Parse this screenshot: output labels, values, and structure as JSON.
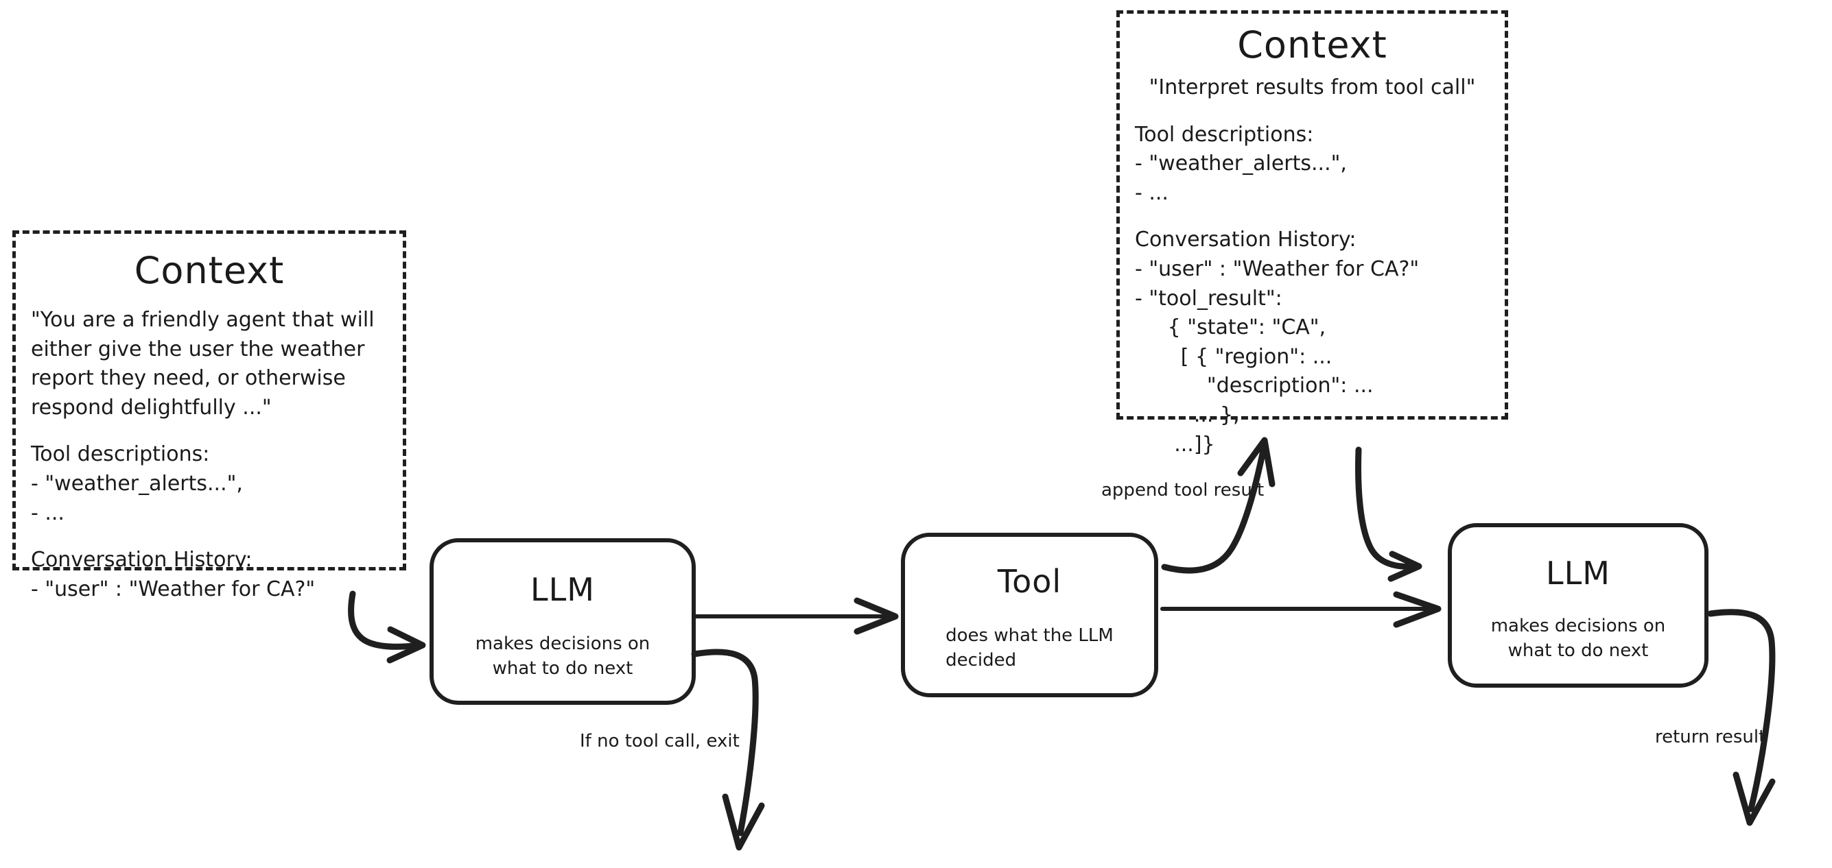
{
  "diagram": {
    "title": "Agent loop with LLM, Tool and Context",
    "accent_color": "#1f1f1f",
    "background_color": "#ffffff"
  },
  "context_left": {
    "title": "Context",
    "system_prompt": "\"You are a friendly agent that will\neither give the user the weather\nreport they need, or otherwise\nrespond delightfully ...\"",
    "tool_descriptions_header": "Tool descriptions:",
    "tool_descriptions_items": "- \"weather_alerts...\",\n- ...",
    "conversation_header": "Conversation History:",
    "conversation_items": "- \"user\" : \"Weather for CA?\""
  },
  "context_right": {
    "title": "Context",
    "system_prompt": "\"Interpret results from tool call\"",
    "tool_descriptions_header": "Tool descriptions:",
    "tool_descriptions_items": "- \"weather_alerts...\",\n- ...",
    "conversation_header": "Conversation History:",
    "conversation_user": "- \"user\" : \"Weather for CA?\"",
    "conversation_tool_result": "- \"tool_result\":\n     { \"state\": \"CA\",\n       [ { \"region\": ...\n           \"description\": ...\n         ... },\n      ...]}"
  },
  "nodes": {
    "llm_1": {
      "title": "LLM",
      "subtitle": "makes decisions on\nwhat to do next"
    },
    "tool": {
      "title": "Tool",
      "subtitle": "does what the LLM\ndecided"
    },
    "llm_2": {
      "title": "LLM",
      "subtitle": "makes decisions on\nwhat to do next"
    }
  },
  "edges": {
    "context_to_llm1": "",
    "llm1_to_tool": "",
    "llm1_exit": "If no tool call, exit",
    "tool_to_context": "append tool result",
    "tool_to_llm2": "",
    "context_to_llm2": "",
    "llm2_return": "return result"
  }
}
